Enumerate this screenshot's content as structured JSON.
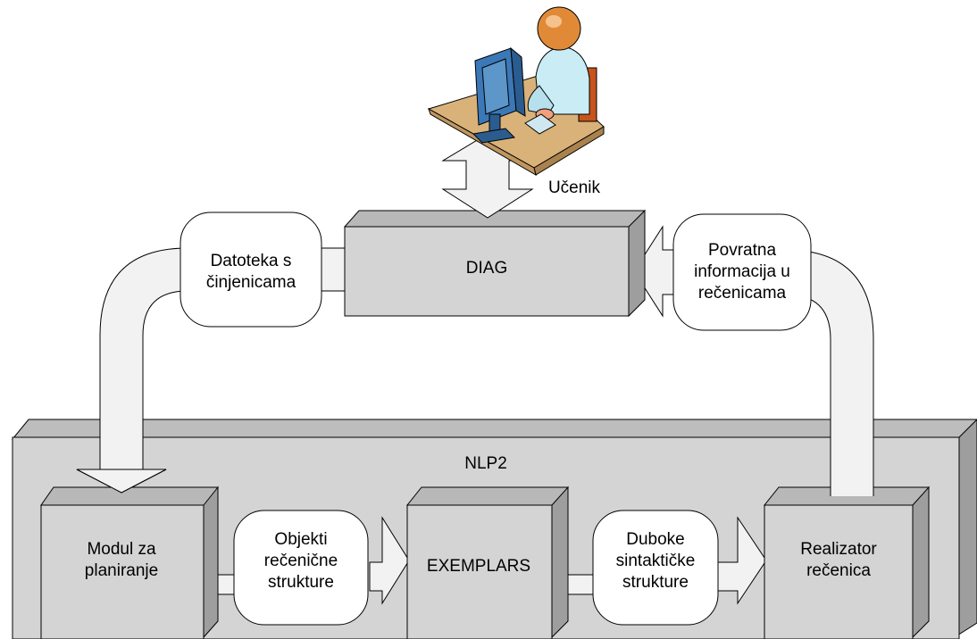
{
  "user": {
    "label": "Učenik"
  },
  "diag": {
    "label": "DIAG"
  },
  "nlp": {
    "label": "NLP2"
  },
  "facts_file": {
    "lines": [
      "Datoteka s",
      "činjenicama"
    ]
  },
  "feedback": {
    "lines": [
      "Povratna",
      "informacija u",
      "rečenicama"
    ]
  },
  "planner": {
    "lines": [
      "Modul za",
      "planiranje"
    ]
  },
  "sentence_objects": {
    "lines": [
      "Objekti",
      "rečenične",
      "strukture"
    ]
  },
  "exemplars": {
    "label": "EXEMPLARS"
  },
  "deep_structures": {
    "lines": [
      "Duboke",
      "sintaktičke",
      "strukture"
    ]
  },
  "realizer": {
    "lines": [
      "Realizator",
      "rečenica"
    ]
  },
  "colors": {
    "box_front": "#d4d4d4",
    "box_side": "#9e9e9e",
    "box_top": "#b8b8b8",
    "arrow_fill": "#f2f2f2",
    "stroke": "#000000"
  }
}
